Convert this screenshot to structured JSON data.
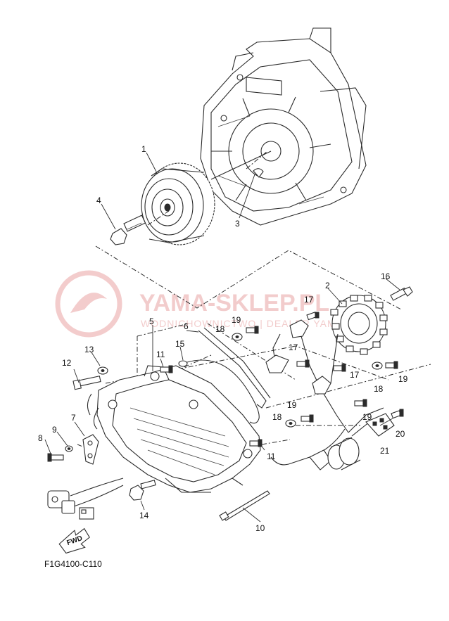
{
  "diagram": {
    "watermark": {
      "title": "YAMA-SKLEP.PL",
      "subtitle": "WODNICHOWNICTWO | DEALER YAMAHA"
    },
    "figure_code": "F1G4100-C110",
    "direction_label": "FWD",
    "callouts": [
      "1",
      "2",
      "3",
      "4",
      "5",
      "6",
      "7",
      "8",
      "9",
      "10",
      "11",
      "11",
      "12",
      "13",
      "14",
      "15",
      "16",
      "17",
      "17",
      "17",
      "18",
      "18",
      "18",
      "19",
      "19",
      "19",
      "19",
      "20",
      "21"
    ]
  }
}
